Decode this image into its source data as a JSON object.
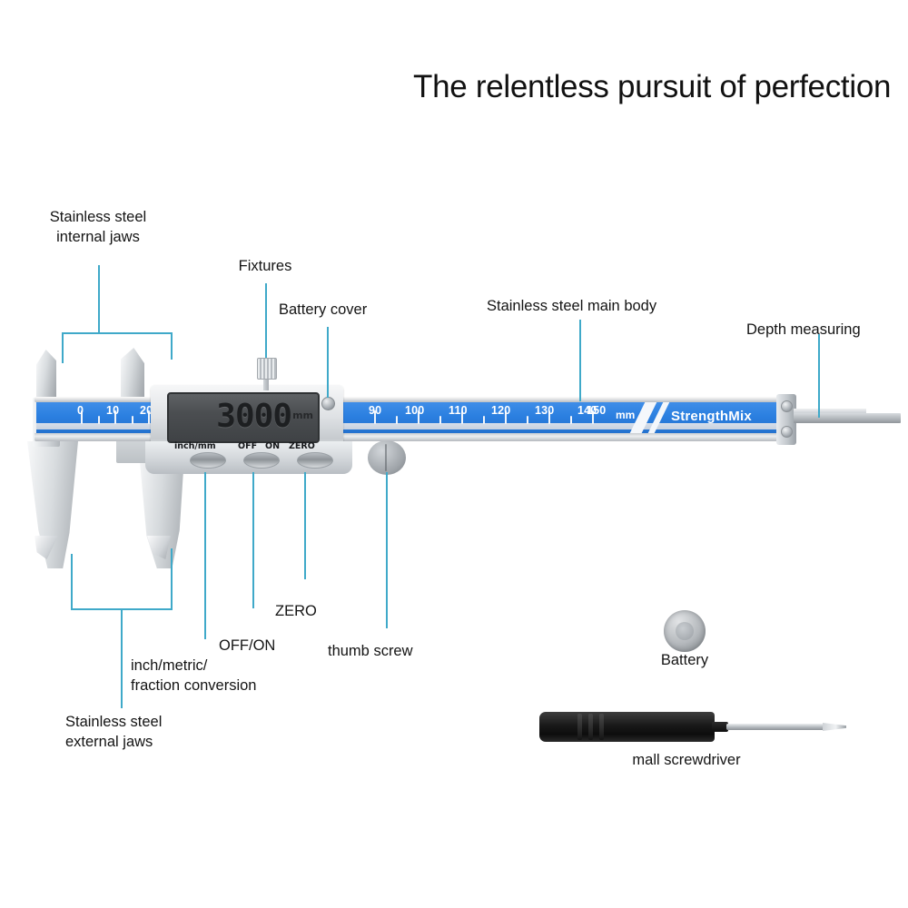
{
  "headline": "The relentless pursuit of perfection",
  "product": {
    "brand": "StrengthMix",
    "display": {
      "value": "3000",
      "unit": "mm"
    },
    "buttons": [
      {
        "id": "inch-mm",
        "label": "inch/mm"
      },
      {
        "id": "off",
        "label": "OFF"
      },
      {
        "id": "on",
        "label": "ON"
      },
      {
        "id": "zero",
        "label": "ZERO"
      }
    ],
    "scale": {
      "left_numbers": [
        "0",
        "10",
        "20"
      ],
      "right_numbers": [
        "90",
        "100",
        "110",
        "120",
        "130",
        "140",
        "150"
      ],
      "unit": "mm"
    }
  },
  "callouts": [
    {
      "id": "internal-jaws",
      "text": "Stainless steel\ninternal jaws"
    },
    {
      "id": "fixtures",
      "text": "Fixtures"
    },
    {
      "id": "battery-cover",
      "text": "Battery cover"
    },
    {
      "id": "main-body",
      "text": "Stainless steel main body"
    },
    {
      "id": "depth-measuring",
      "text": "Depth measuring"
    },
    {
      "id": "external-jaws",
      "text": "Stainless steel\nexternal jaws"
    },
    {
      "id": "conversion",
      "text": "inch/metric/\nfraction conversion"
    },
    {
      "id": "off-on",
      "text": "OFF/ON"
    },
    {
      "id": "zero",
      "text": "ZERO"
    },
    {
      "id": "thumb-screw",
      "text": "thumb screw"
    }
  ],
  "accessories": [
    {
      "id": "battery",
      "label": "Battery"
    },
    {
      "id": "screwdriver",
      "label": "mall screwdriver"
    }
  ],
  "colors": {
    "scale_blue": "#2b7fe0",
    "leader_line": "#3fa9c9",
    "text": "#141414",
    "background": "#ffffff"
  }
}
